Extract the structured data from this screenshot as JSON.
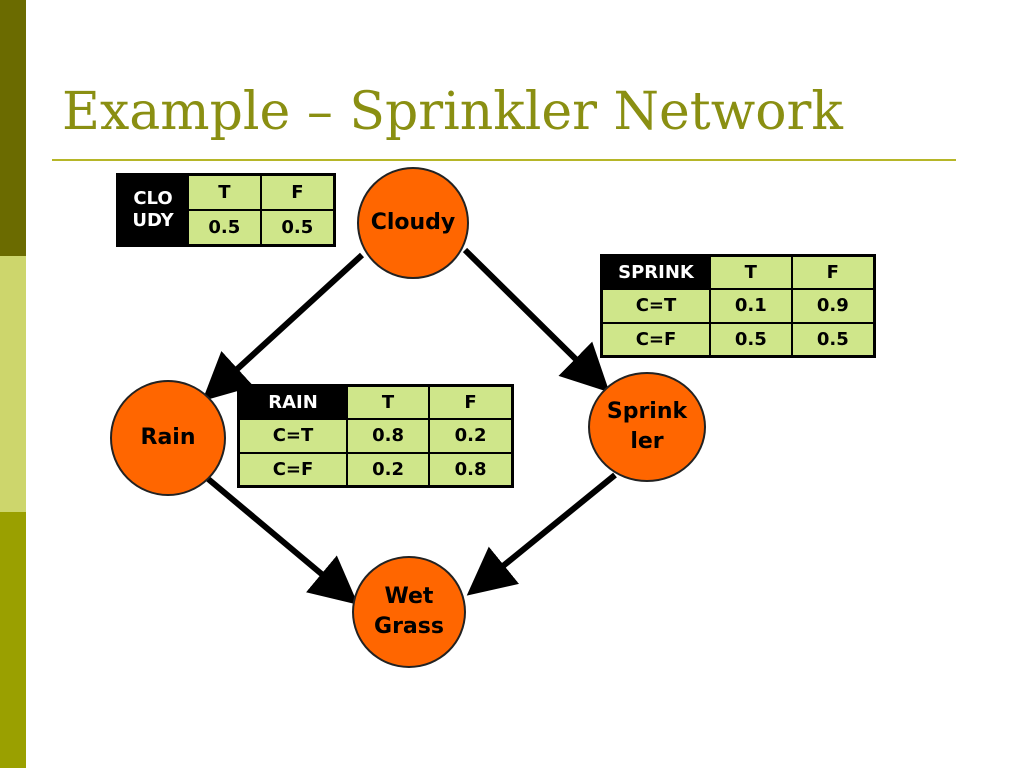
{
  "slide": {
    "title": "Example – Sprinkler Network"
  },
  "nodes": {
    "cloudy": "Cloudy",
    "rain": "Rain",
    "sprinkler": "Sprink\nler",
    "wet_grass": "Wet\nGrass"
  },
  "tables": {
    "cloudy": {
      "header": [
        "CLO\nUDY",
        "T",
        "F"
      ],
      "rows": [
        [
          "",
          "0.5",
          "0.5"
        ]
      ]
    },
    "sprinkler": {
      "header": [
        "SPRINK",
        "T",
        "F"
      ],
      "rows": [
        [
          "C=T",
          "0.1",
          "0.9"
        ],
        [
          "C=F",
          "0.5",
          "0.5"
        ]
      ]
    },
    "rain": {
      "header": [
        "RAIN",
        "T",
        "F"
      ],
      "rows": [
        [
          "C=T",
          "0.8",
          "0.2"
        ],
        [
          "C=F",
          "0.2",
          "0.8"
        ]
      ]
    }
  },
  "edges": [
    {
      "from": "Cloudy",
      "to": "Rain"
    },
    {
      "from": "Cloudy",
      "to": "Sprinkler"
    },
    {
      "from": "Rain",
      "to": "Wet Grass"
    },
    {
      "from": "Sprinkler",
      "to": "Wet Grass"
    }
  ],
  "colors": {
    "node_fill": "#ff6600",
    "table_cell": "#cfe68a",
    "table_header": "#000000",
    "title": "#8a8f12",
    "stripe_dark": "#6b6b00",
    "stripe_light": "#cdd66c",
    "stripe_mid": "#9aa000"
  }
}
